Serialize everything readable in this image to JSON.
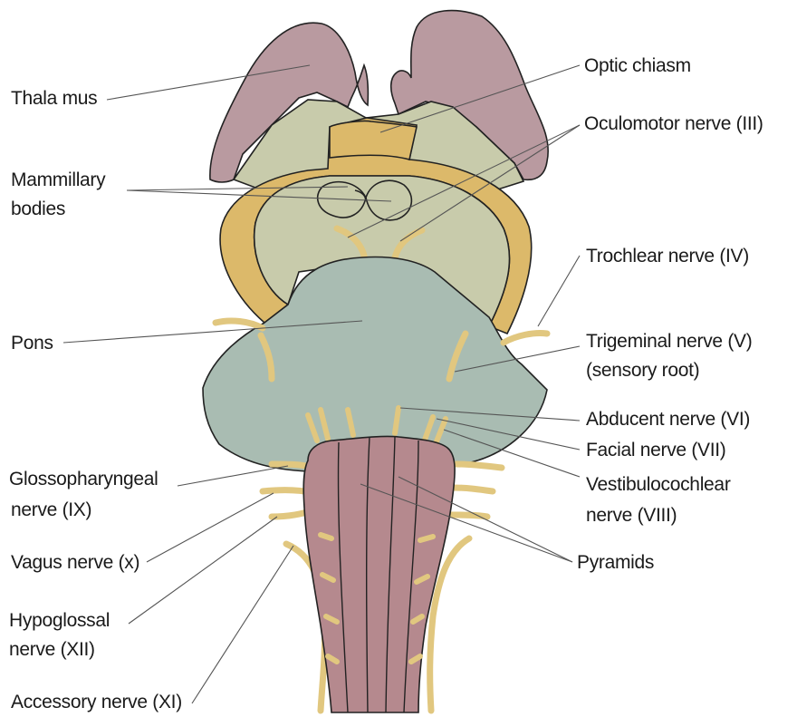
{
  "labels": {
    "thalamus": "Thala mus",
    "optic_chiasm": "Optic chiasm",
    "oculomotor": "Oculomotor nerve (III)",
    "mammillary_1": "Mammillary",
    "mammillary_2": "bodies",
    "trochlear": "Trochlear nerve (IV)",
    "pons": "Pons",
    "trigeminal_1": "Trigeminal nerve (V)",
    "trigeminal_2": "(sensory root)",
    "abducent": "Abducent nerve (VI)",
    "facial": "Facial nerve (VII)",
    "glosso_1": "Glossopharyngeal",
    "glosso_2": "nerve (IX)",
    "vestibulo_1": "Vestibulocochlear",
    "vestibulo_2": "nerve (VIII)",
    "vagus": "Vagus nerve (x)",
    "pyramids": "Pyramids",
    "hypoglossal_1": "Hypoglossal",
    "hypoglossal_2": "nerve (XII)",
    "accessory": "Accessory nerve  (XI)"
  },
  "colors": {
    "thalamus": "#b99aa0",
    "diencephalon": "#c8cbab",
    "optic_band": "#dcb96a",
    "pons": "#a9bcb2",
    "medulla": "#b5898e",
    "nerve": "#e1c77f",
    "outline": "#222222",
    "leader": "#555555"
  }
}
